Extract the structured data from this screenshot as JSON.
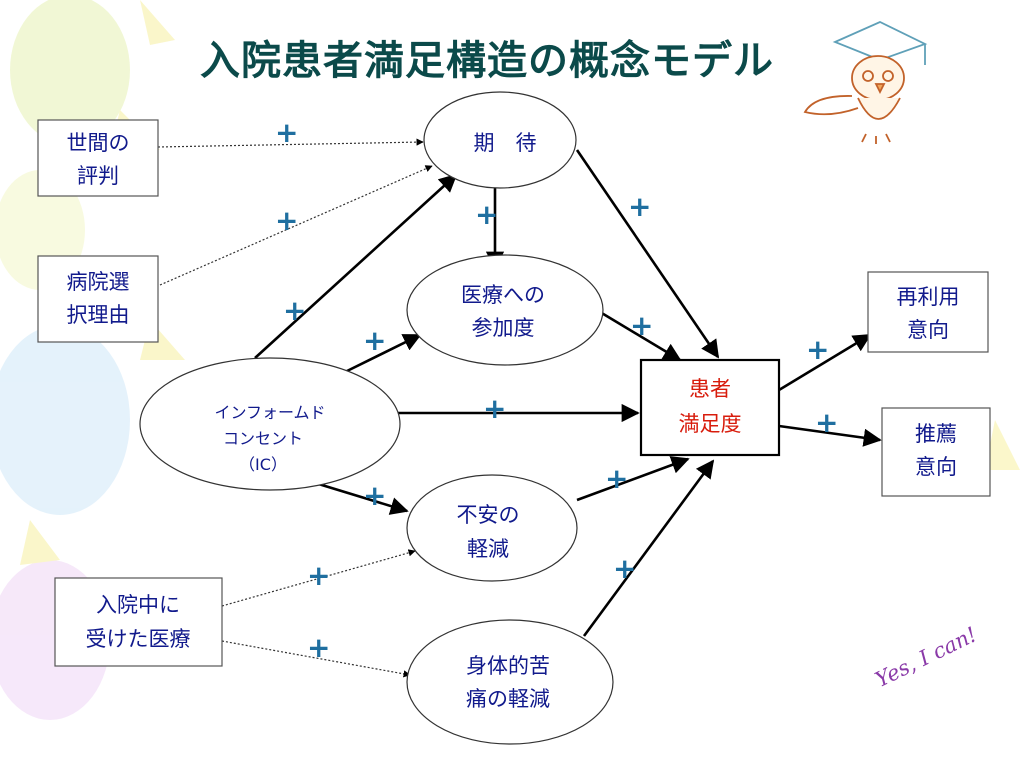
{
  "title": "入院患者満足構造の概念モデル",
  "signature": "Yes, I can!",
  "plus": "+",
  "nodes": {
    "reputation": [
      "世間の",
      "評判"
    ],
    "hospital_choice": [
      "病院選",
      "択理由"
    ],
    "care_received": [
      "入院中に",
      "受けた医療"
    ],
    "expectation": [
      "期　待"
    ],
    "participation": [
      "医療への",
      "参加度"
    ],
    "informed_consent": [
      "インフォームド",
      "コンセント",
      "（IC）"
    ],
    "anxiety_reduction": [
      "不安の",
      "軽減"
    ],
    "pain_reduction": [
      "身体的苦",
      "痛の軽減"
    ],
    "satisfaction": [
      "患者",
      "満足度"
    ],
    "reuse_intent": [
      "再利用",
      "意向"
    ],
    "recommend_intent": [
      "推薦",
      "意向"
    ]
  },
  "colors": {
    "title": "#0b4a4a",
    "node_text": "#111a8c",
    "satisfaction_text": "#d81c0c",
    "plus_sign": "#1f6fa0",
    "arrow": "#000000"
  },
  "icons": {
    "mascot": "owl-with-graduation-cap-icon"
  }
}
